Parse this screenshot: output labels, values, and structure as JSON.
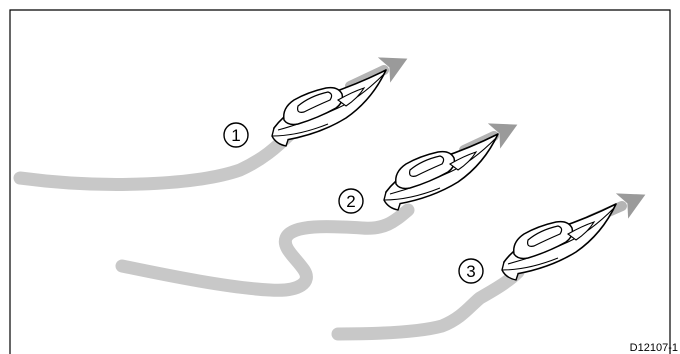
{
  "diagram": {
    "figure_id": "D12107-1",
    "colors": {
      "frame": "#000000",
      "wake": "#c8c8c8",
      "arrow_head": "#9a9a9a",
      "hull": "#ffffff",
      "outline": "#000000"
    },
    "boats": [
      {
        "callout": "1",
        "wake": "straight"
      },
      {
        "callout": "2",
        "wake": "s-curve"
      },
      {
        "callout": "3",
        "wake": "curve"
      }
    ]
  }
}
